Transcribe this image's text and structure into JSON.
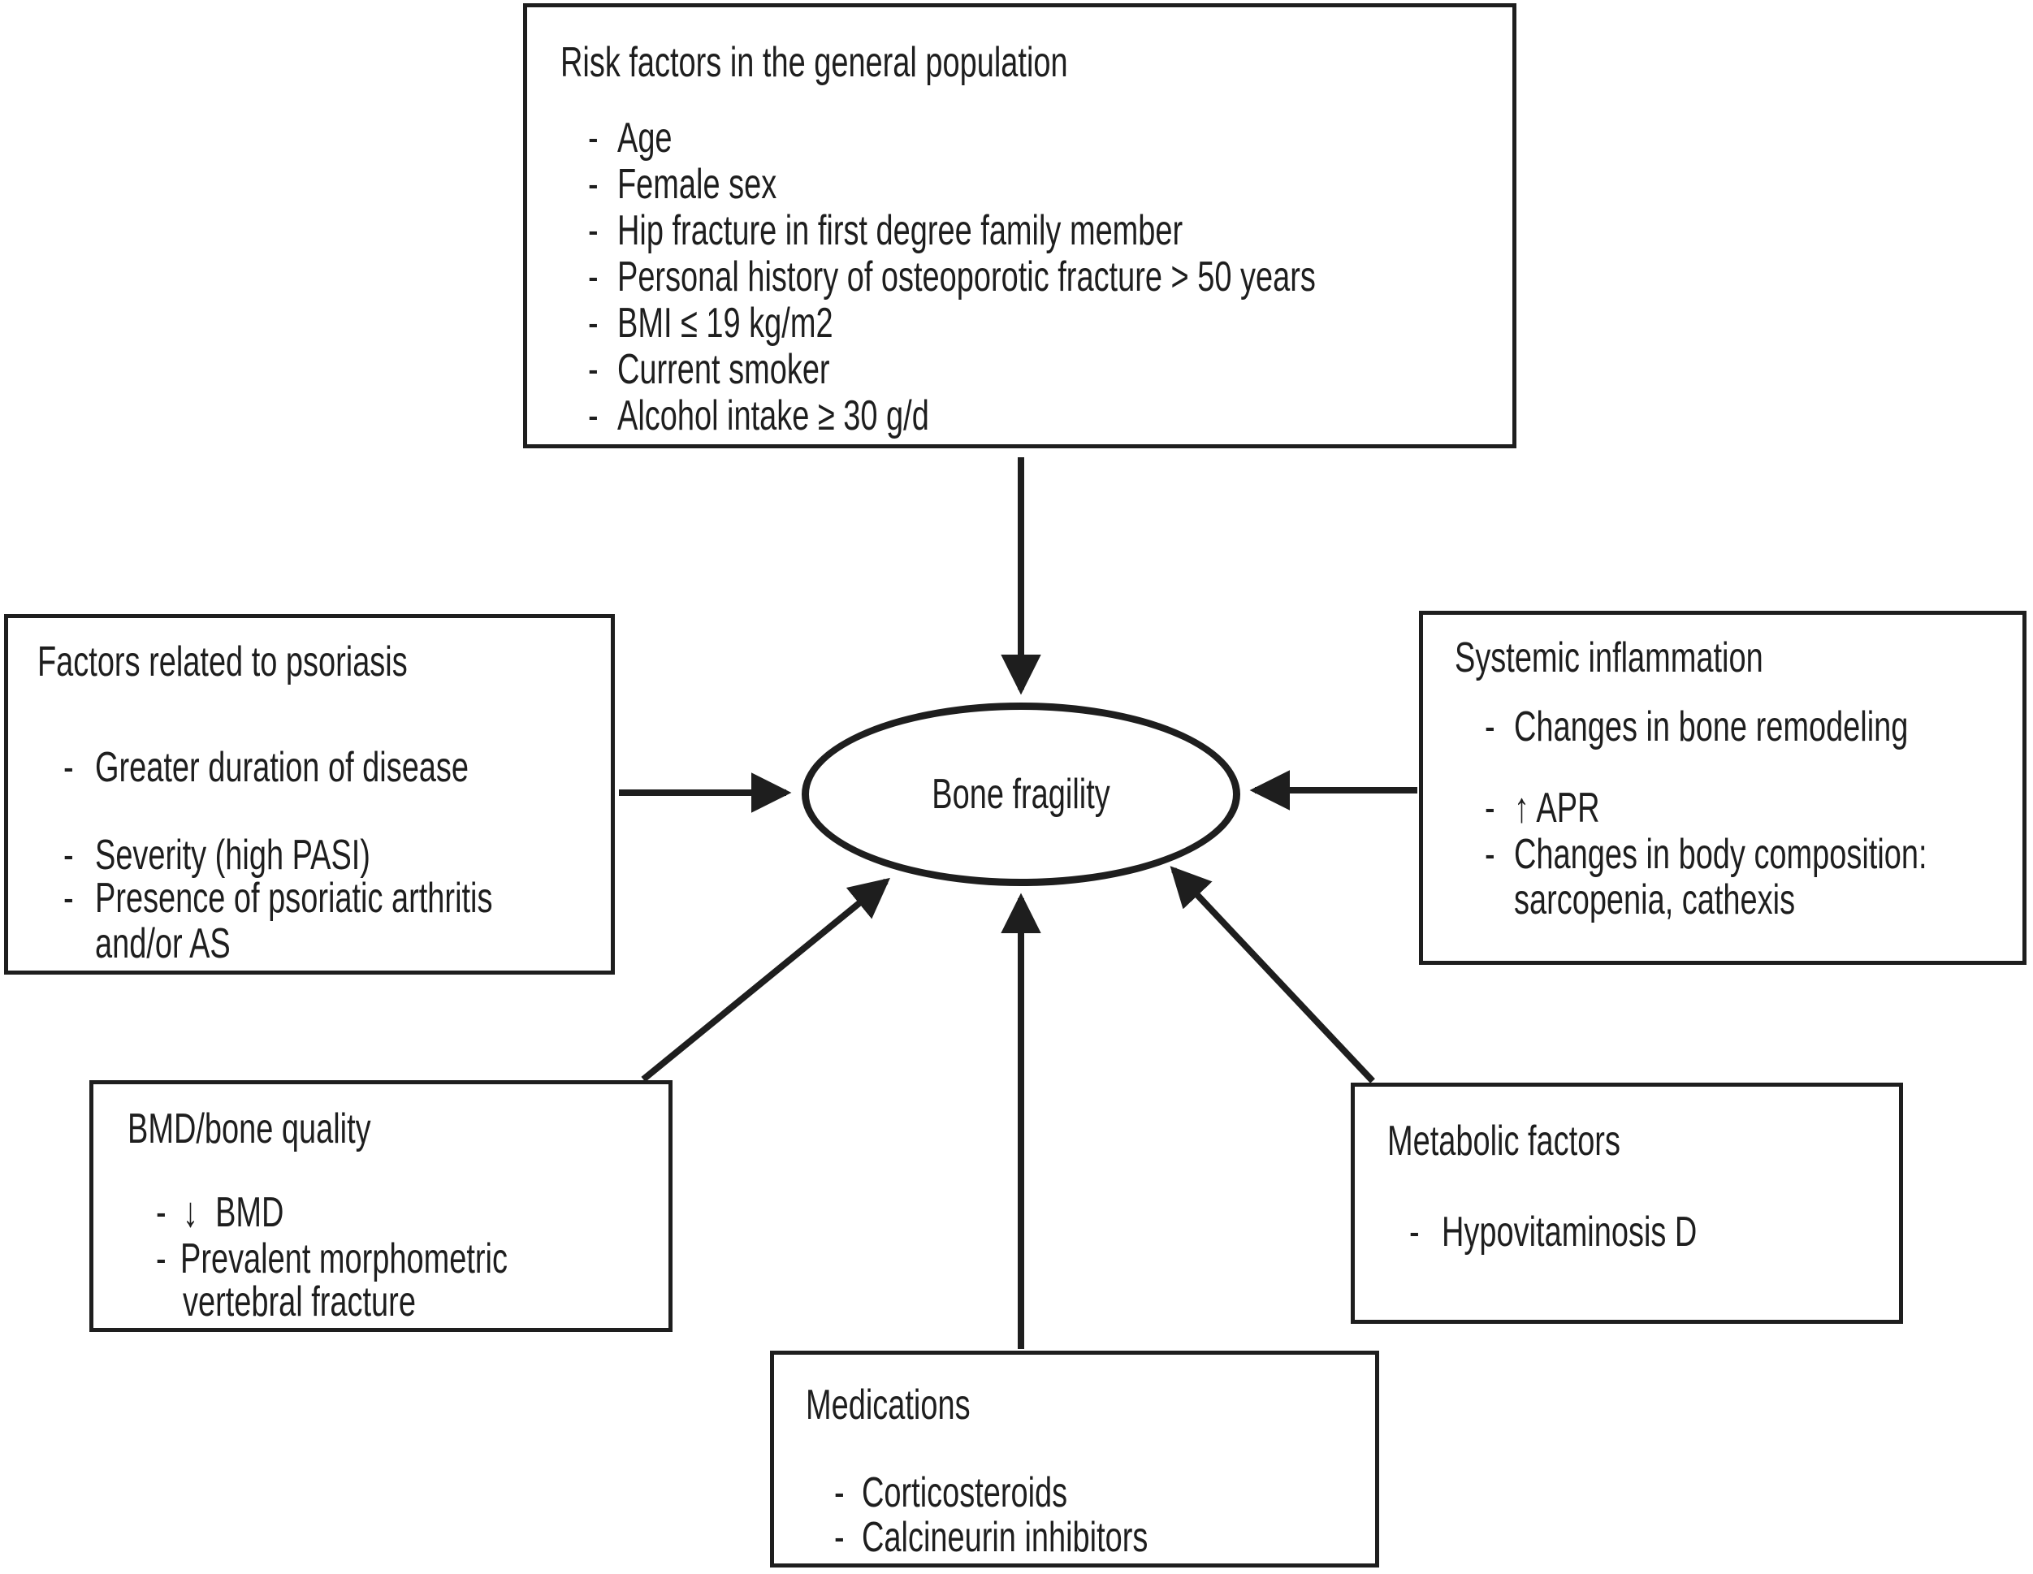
{
  "center": {
    "label": "Bone fragility"
  },
  "boxes": {
    "general": {
      "title": "Risk factors in the general population",
      "items": [
        {
          "bullet": "-",
          "text": "Age"
        },
        {
          "bullet": "-",
          "text": "Female sex"
        },
        {
          "bullet": "-",
          "text": "Hip fracture in first degree family member"
        },
        {
          "bullet": "-",
          "text": "Personal history of osteoporotic fracture > 50 years"
        },
        {
          "bullet": "-",
          "text": "BMI ≤ 19 kg/m2"
        },
        {
          "bullet": "-",
          "text": "Current smoker"
        },
        {
          "bullet": "-",
          "text": "Alcohol intake ≥ 30 g/d"
        }
      ]
    },
    "psoriasis": {
      "title": "Factors related to psoriasis",
      "items": [
        {
          "bullet": "-",
          "text": "Greater duration of disease"
        },
        {
          "bullet": "-",
          "text": "Severity (high PASI)"
        },
        {
          "bullet": "-",
          "text": "Presence of psoriatic arthritis"
        },
        {
          "bullet": "",
          "text": "and/or AS"
        }
      ]
    },
    "inflammation": {
      "title": "Systemic inflammation",
      "items": [
        {
          "bullet": "-",
          "text": "Changes in bone remodeling"
        },
        {
          "bullet": "-",
          "text": "↑ APR"
        },
        {
          "bullet": "-",
          "text": "Changes in body composition:"
        },
        {
          "bullet": "",
          "text": "sarcopenia, cathexis"
        }
      ]
    },
    "bmd": {
      "title": "BMD/bone quality",
      "items": [
        {
          "bullet": "-",
          "text": "↓  BMD"
        },
        {
          "bullet": "-",
          "text": "Prevalent morphometric"
        },
        {
          "bullet": "",
          "text": "vertebral fracture"
        }
      ]
    },
    "medications": {
      "title": "Medications",
      "items": [
        {
          "bullet": "-",
          "text": "Corticosteroids"
        },
        {
          "bullet": "-",
          "text": "Calcineurin inhibitors"
        }
      ]
    },
    "metabolic": {
      "title": "Metabolic factors",
      "items": [
        {
          "bullet": "-",
          "text": "Hypovitaminosis D"
        }
      ]
    }
  },
  "arrows": [
    {
      "from": "general",
      "to": "center"
    },
    {
      "from": "psoriasis",
      "to": "center"
    },
    {
      "from": "inflammation",
      "to": "center"
    },
    {
      "from": "bmd",
      "to": "center"
    },
    {
      "from": "medications",
      "to": "center"
    },
    {
      "from": "metabolic",
      "to": "center"
    }
  ],
  "colors": {
    "ink": "#1e1e1e",
    "background": "#ffffff"
  }
}
